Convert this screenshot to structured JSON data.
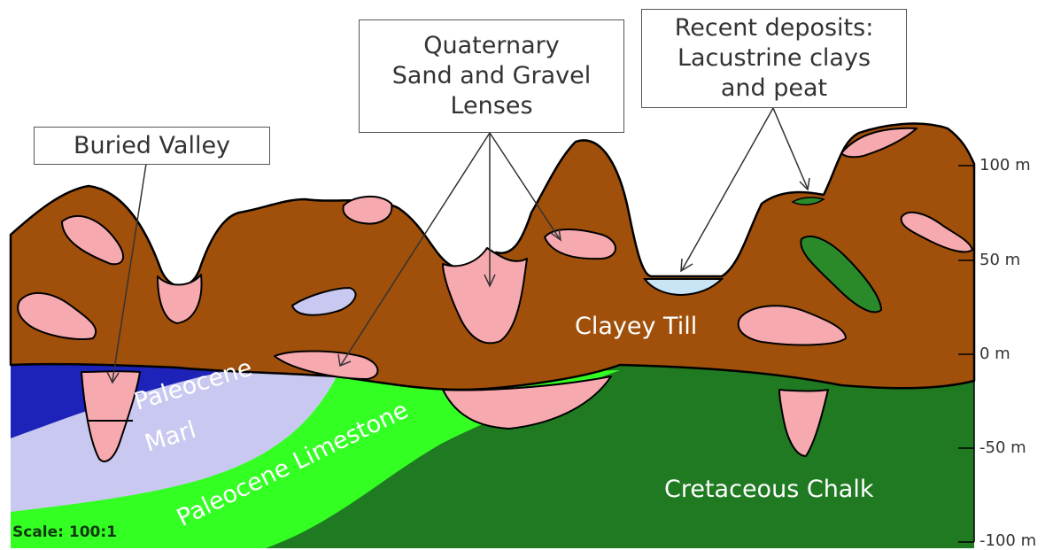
{
  "callouts": {
    "buried_valley": "Buried Valley",
    "quaternary": [
      "Quaternary",
      "Sand and Gravel",
      "Lenses"
    ],
    "recent": [
      "Recent deposits:",
      "Lacustrine clays",
      "and peat"
    ]
  },
  "units": {
    "clayey_till": "Clayey Till",
    "paleocene_marl_1": "Paleocene",
    "paleocene_marl_2": "Marl",
    "paleocene_limestone": "Paleocene Limestone",
    "cretaceous_chalk": "Cretaceous Chalk"
  },
  "axis": {
    "ticks": [
      "100 m",
      "50 m",
      "0 m",
      "-50 m",
      "-100 m"
    ]
  },
  "scale_text": "Scale: 100:1",
  "colors": {
    "till": "#a0500a",
    "sand_gravel": "#f7a9b0",
    "lacustrine": "#c9e4f5",
    "peat": "#2a8a2a",
    "marl": "#c8c8f0",
    "buried_blue": "#1d22b8",
    "limestone": "#33ff22",
    "chalk": "#1f7a22"
  }
}
